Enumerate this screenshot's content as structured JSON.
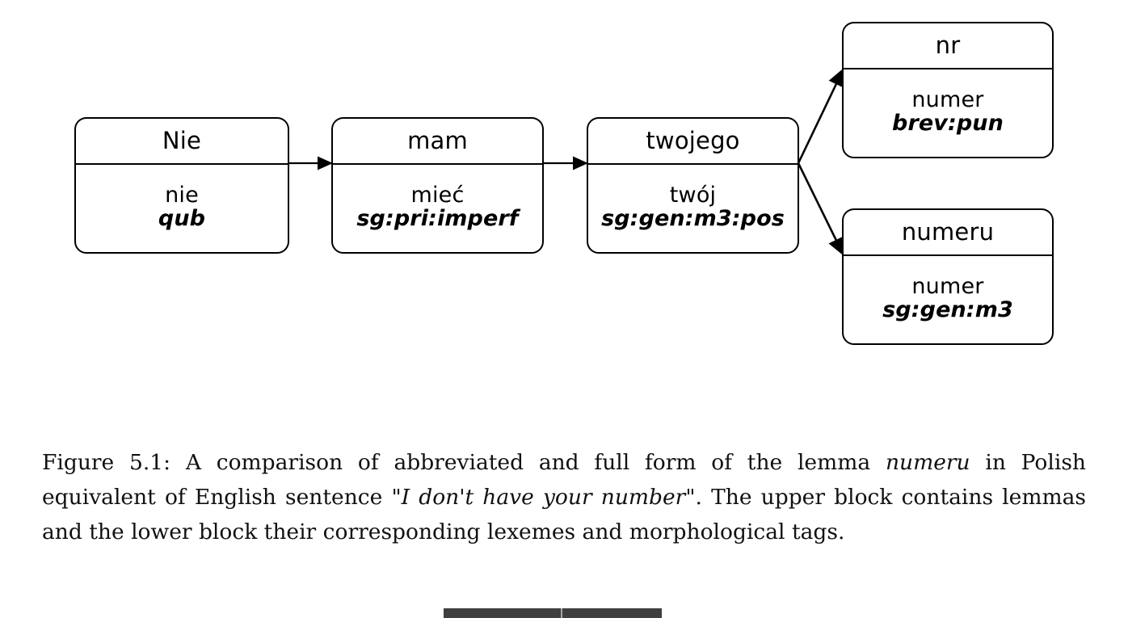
{
  "figure": {
    "nodes": [
      {
        "id": "nie",
        "form": "Nie",
        "lexeme": "nie",
        "tag": "qub"
      },
      {
        "id": "mam",
        "form": "mam",
        "lexeme": "mieć",
        "tag": "sg:pri:imperf"
      },
      {
        "id": "twojego",
        "form": "twojego",
        "lexeme": "twój",
        "tag": "sg:gen:m3:pos"
      },
      {
        "id": "nr",
        "form": "nr",
        "lexeme": "numer",
        "tag": "brev:pun"
      },
      {
        "id": "numeru",
        "form": "numeru",
        "lexeme": "numer",
        "tag": "sg:gen:m3"
      }
    ],
    "edges": [
      {
        "from": "nie",
        "to": "mam",
        "style": "straight-arrow"
      },
      {
        "from": "mam",
        "to": "twojego",
        "style": "straight-arrow"
      },
      {
        "from": "twojego",
        "to": "nr",
        "style": "diagonal-arrow-up"
      },
      {
        "from": "twojego",
        "to": "numeru",
        "style": "diagonal-arrow-down"
      }
    ],
    "stroke_color": "#000000",
    "fill_color": "#ffffff"
  },
  "caption": {
    "label": "Figure 5.1:",
    "part1": " A comparison of abbreviated and full form of the lemma ",
    "lemma": "numeru",
    "part2": " in Polish equivalent of English sentence ",
    "sentence": "\"I don't have your number\"",
    "part3": ". The upper block contains lemmas and the lower block their corresponding lexemes and morphological tags."
  }
}
